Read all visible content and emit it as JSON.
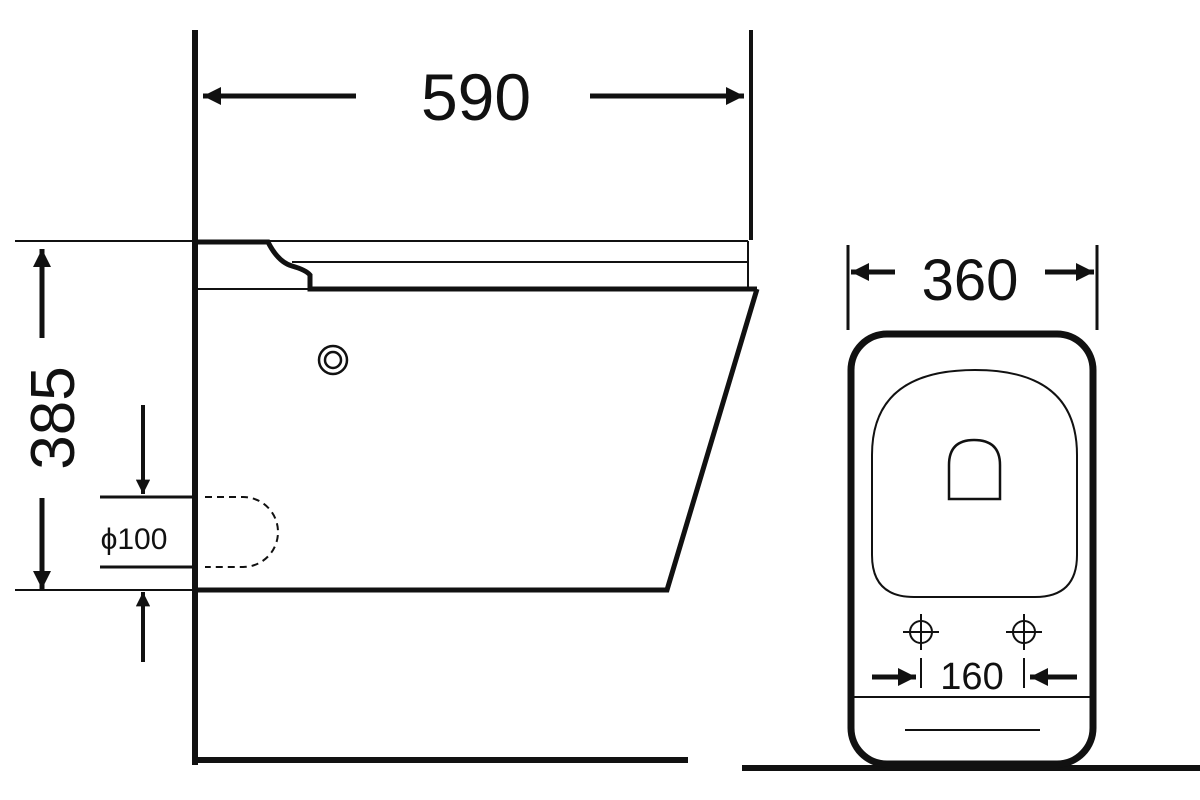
{
  "side_view": {
    "width_label": "590",
    "height_label": "385",
    "outlet_label": "ϕ100"
  },
  "front_view": {
    "width_label": "360",
    "bolt_spacing_label": "160"
  },
  "colors": {
    "line": "#111111",
    "background": "#ffffff"
  }
}
